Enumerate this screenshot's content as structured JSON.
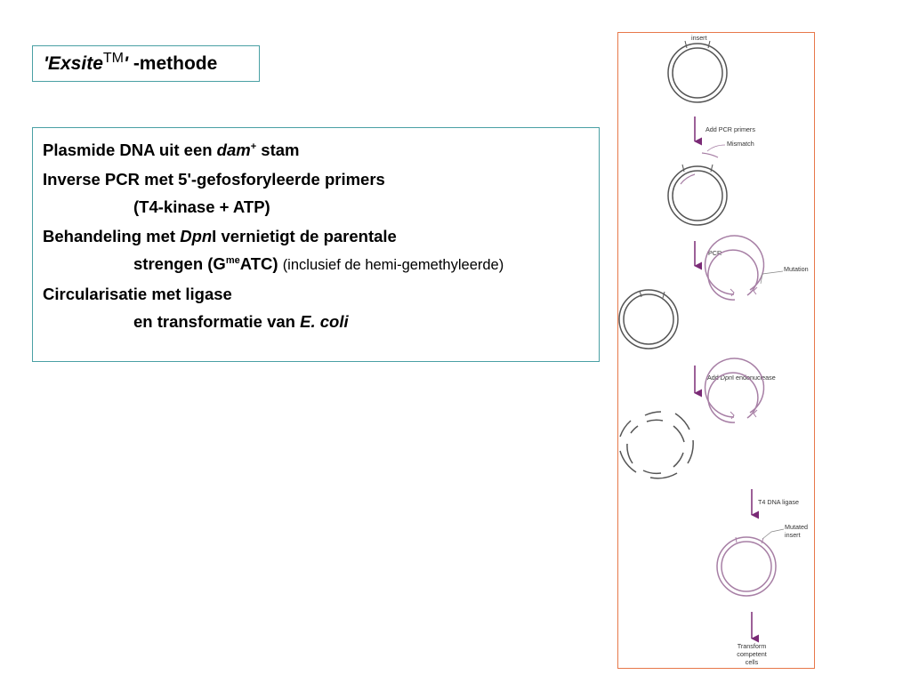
{
  "title": {
    "quote_open": "'",
    "name": "Exsite",
    "tm": "TM",
    "quote_close": "'",
    "suffix": " -methode"
  },
  "steps": {
    "s1": {
      "prefix": "Plasmide DNA uit een ",
      "italic": "dam",
      "sup": "+",
      "suffix": " stam"
    },
    "s2": {
      "line1": "Inverse PCR met 5'-gefosforyleerde primers",
      "line2": "(T4-kinase + ATP)"
    },
    "s3": {
      "prefix": "Behandeling met ",
      "italic": "Dpn",
      "suffix": "I vernietigt de parentale",
      "line2_prefix": "strengen (G",
      "line2_sup": "me",
      "line2_suffix": "ATC)",
      "note": "(inclusief de hemi-gemethyleerde)"
    },
    "s4": {
      "line1": "Circularisatie met ligase",
      "line2_prefix": "en transformatie van ",
      "line2_italic": "E. coli"
    }
  },
  "figure": {
    "insert_label": "insert",
    "add_pcr_primers": "Add PCR primers",
    "mismatch": "Mismatch",
    "pcr": "PCR",
    "mutation": "Mutation",
    "add_prefix": "Add ",
    "dpn_italic": "Dpn",
    "endonuclease_suffix": "I endonuclease",
    "t4_dna_ligase": "T4 DNA ligase",
    "mutated_line1": "Mutated",
    "mutated_line2": "insert",
    "transform_line1": "Transform",
    "transform_line2": "competent",
    "transform_line3": "cells",
    "colors": {
      "parental": "#555555",
      "mutant": "#a77fa5",
      "arrow": "#7a2a76",
      "border": "#e7784a"
    }
  }
}
